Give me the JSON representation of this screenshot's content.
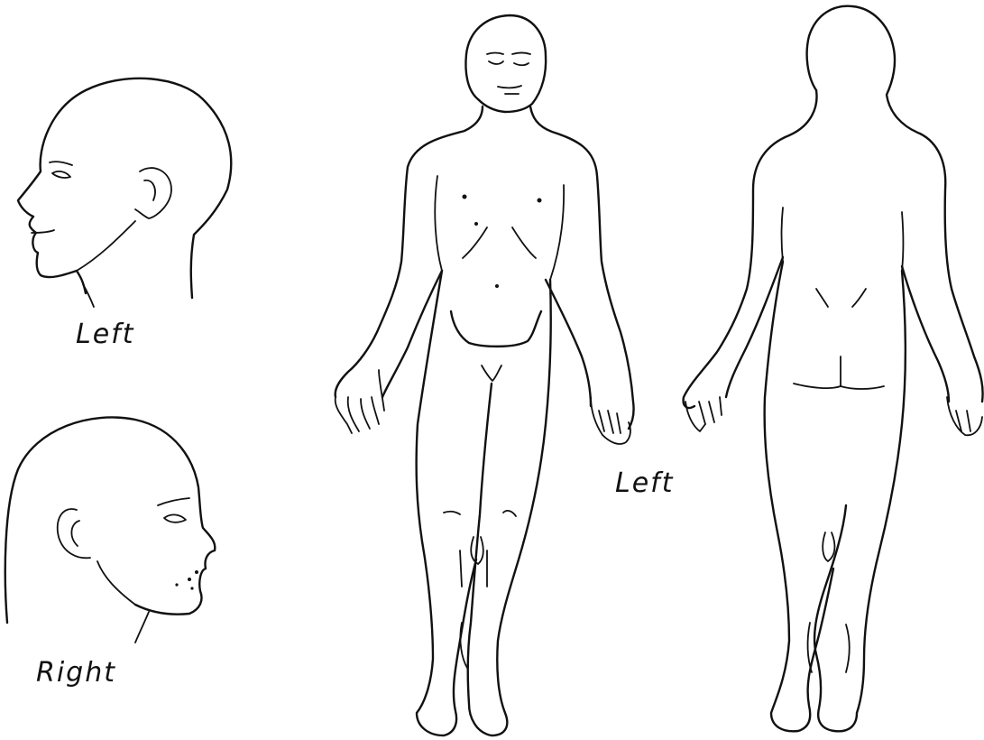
{
  "labels": {
    "left_head": "Left",
    "right_head": "Right",
    "body_side": "Left"
  },
  "colors": {
    "ink": "#111111",
    "paper": "#ffffff"
  }
}
